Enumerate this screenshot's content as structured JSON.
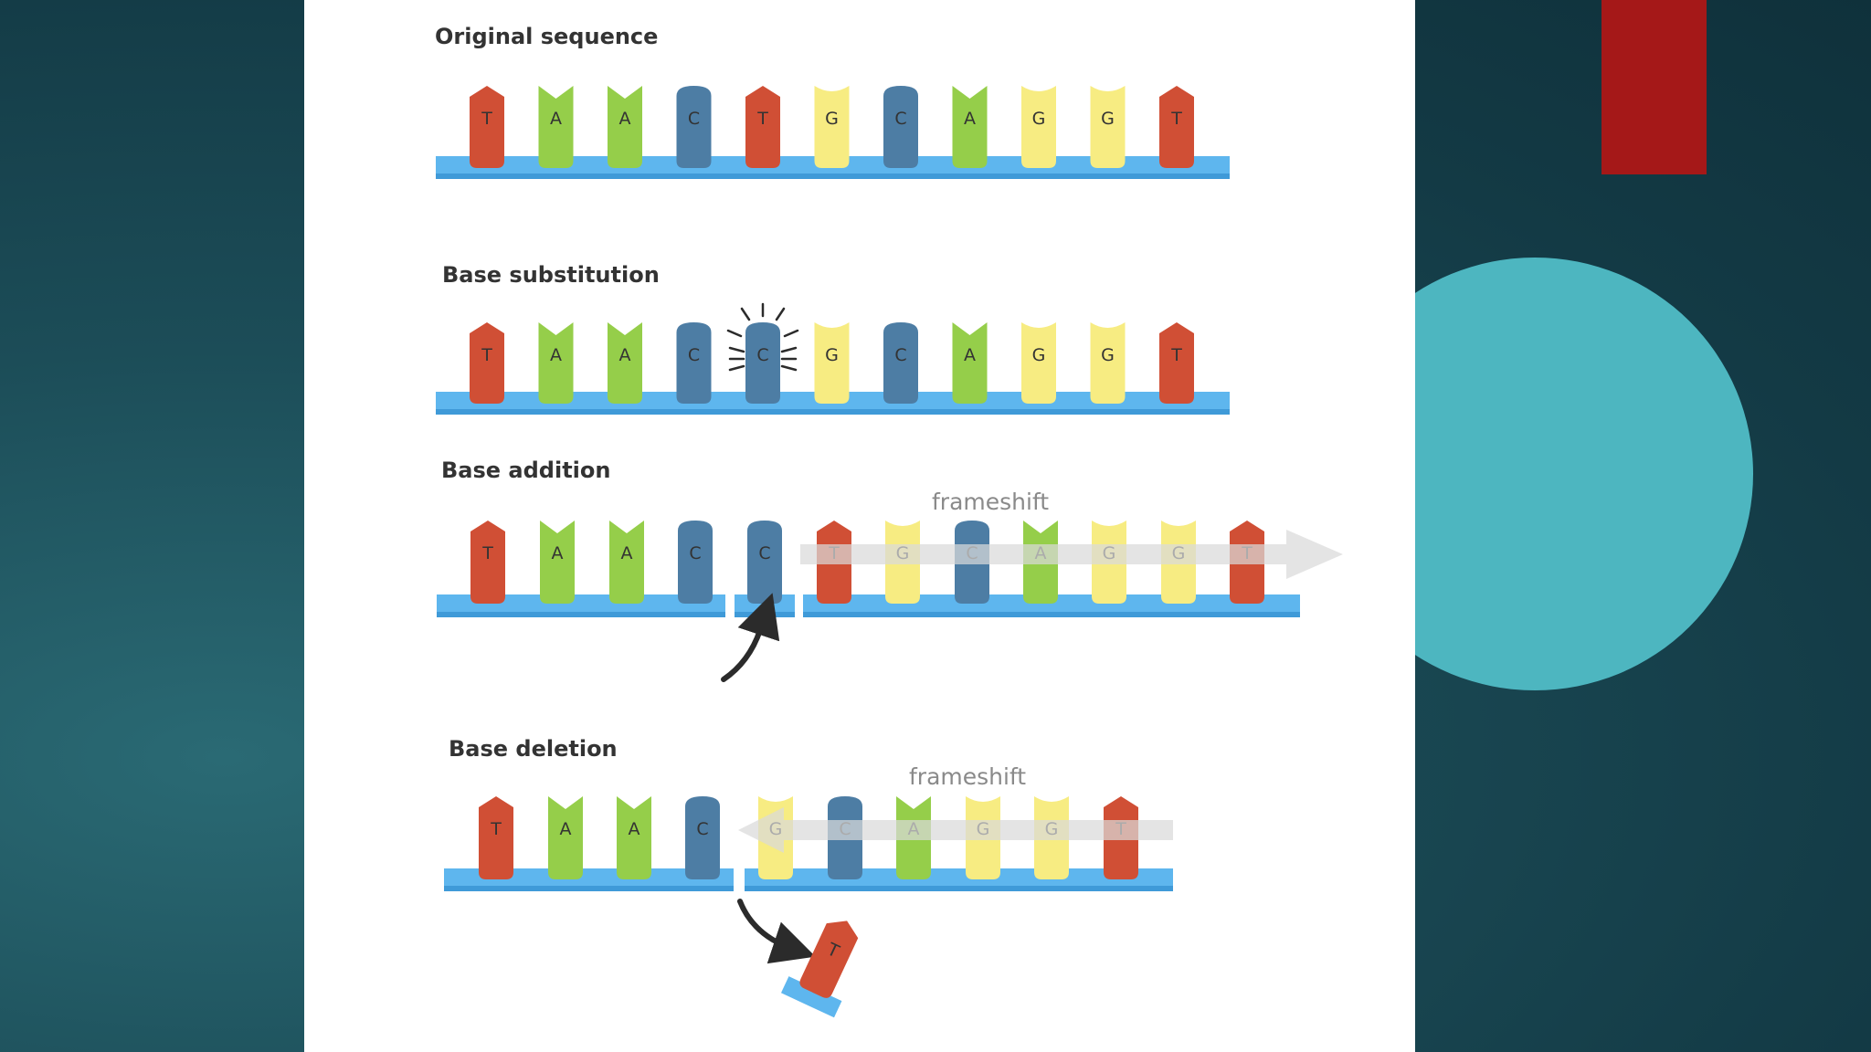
{
  "colors": {
    "T": "#d04f35",
    "A": "#95ce4a",
    "C": "#4d7da4",
    "G": "#f7ec82",
    "backbone": "#5eb6ee",
    "backbone_dark": "#3f9ad8",
    "letter": "#333333",
    "deco_red": "#a51818",
    "deco_teal": "#4db6c0"
  },
  "sections": [
    {
      "title": "Original sequence",
      "bases": [
        "T",
        "A",
        "A",
        "C",
        "T",
        "G",
        "C",
        "A",
        "G",
        "G",
        "T"
      ]
    },
    {
      "title": "Base substitution",
      "bases": [
        "T",
        "A",
        "A",
        "C",
        "C",
        "G",
        "C",
        "A",
        "G",
        "G",
        "T"
      ],
      "highlight_index": 4
    },
    {
      "title": "Base addition",
      "frameshift_label": "frameshift",
      "bases": [
        "T",
        "A",
        "A",
        "C",
        "C",
        "T",
        "G",
        "C",
        "A",
        "G",
        "G",
        "T"
      ],
      "inserted_index": 4
    },
    {
      "title": "Base deletion",
      "frameshift_label": "frameshift",
      "bases": [
        "T",
        "A",
        "A",
        "C",
        "G",
        "C",
        "A",
        "G",
        "G",
        "T"
      ],
      "removed_base": "T"
    }
  ]
}
